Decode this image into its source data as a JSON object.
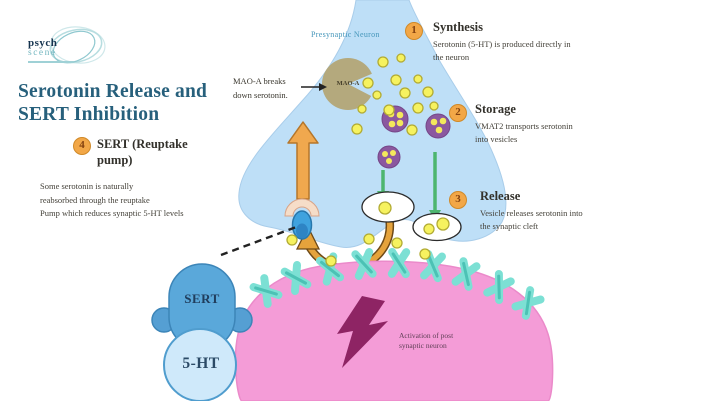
{
  "logo": {
    "line1": "psych",
    "line2": "scene"
  },
  "title": {
    "lines": [
      "Serotonin Release and",
      "SERT Inhibition"
    ]
  },
  "presynaptic_label": "Presynaptic Neuron",
  "maoa": {
    "label_lines": [
      "MAO-A breaks",
      "down serotonin."
    ],
    "enzyme_label": "MAO-A"
  },
  "steps": [
    {
      "num": "1",
      "title": "Synthesis",
      "body_lines": [
        "Serotonin (5-HT) is produced directly in",
        "the neuron"
      ]
    },
    {
      "num": "2",
      "title": "Storage",
      "body_lines": [
        "VMAT2 transports serotonin",
        "into vesicles"
      ]
    },
    {
      "num": "3",
      "title": "Release",
      "body_lines": [
        "Vesicle releases serotonin into",
        "the synaptic cleft"
      ]
    },
    {
      "num": "4",
      "title": "SERT (Reuptake pump)",
      "body_lines": [
        "Some serotonin is naturally",
        "reabsorbed through the reuptake",
        "Pump which reduces synaptic 5-HT levels"
      ]
    }
  ],
  "sert_label": "SERT",
  "serotonin_label": "5-HT",
  "activation": {
    "lines": [
      "Activation of post",
      "synaptic neuron"
    ]
  },
  "colors": {
    "presynaptic_neuron": "#bedff7",
    "postsynaptic_neuron": "#f49cd7",
    "serotonin_yellow": "#f6f25f",
    "vesicle_purple": "#8b589f",
    "receptor_teal": "#7ce0d4",
    "step_badge_orange": "#f2a747",
    "arrow_orange": "#f0a84e",
    "arrow_green": "#4db56f",
    "maoa_tan": "#b4a97d",
    "lightning_magenta": "#8e2464",
    "title_teal": "#27607c",
    "sert_blue": "#5aa8da"
  },
  "molecules": [
    [
      383,
      62,
      5
    ],
    [
      401,
      58,
      4
    ],
    [
      368,
      83,
      5
    ],
    [
      396,
      80,
      5
    ],
    [
      418,
      79,
      4
    ],
    [
      377,
      95,
      4
    ],
    [
      405,
      93,
      5
    ],
    [
      428,
      92,
      5
    ],
    [
      362,
      109,
      4
    ],
    [
      389,
      110,
      5
    ],
    [
      418,
      108,
      5
    ],
    [
      357,
      129,
      5
    ],
    [
      412,
      130,
      5
    ],
    [
      434,
      106,
      4
    ],
    [
      385,
      208,
      6
    ],
    [
      429,
      229,
      5
    ],
    [
      443,
      224,
      6
    ],
    [
      369,
      239,
      5
    ],
    [
      331,
      261,
      5
    ],
    [
      292,
      240,
      5
    ],
    [
      397,
      243,
      5
    ],
    [
      425,
      254,
      5
    ]
  ],
  "receptors": [
    [
      266,
      291,
      -40
    ],
    [
      296,
      278,
      -28
    ],
    [
      330,
      269,
      -18
    ],
    [
      364,
      264,
      -9
    ],
    [
      399,
      263,
      1
    ],
    [
      433,
      266,
      11
    ],
    [
      466,
      274,
      21
    ],
    [
      499,
      287,
      32
    ],
    [
      528,
      303,
      42
    ]
  ]
}
